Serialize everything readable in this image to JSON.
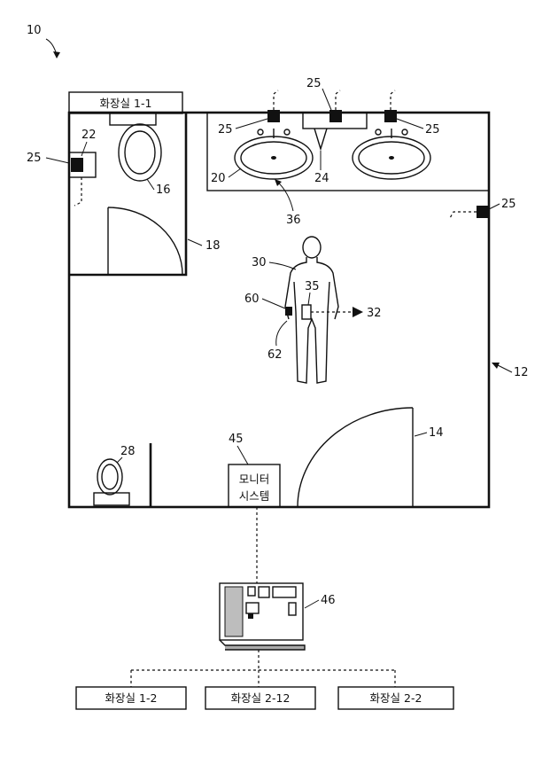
{
  "labels": {
    "n10": "10",
    "n12": "12",
    "n14": "14",
    "n16": "16",
    "n18": "18",
    "n20": "20",
    "n22": "22",
    "n24": "24",
    "n25": "25",
    "n28": "28",
    "n30": "30",
    "n32": "32",
    "n35": "35",
    "n36": "36",
    "n45": "45",
    "n46": "46",
    "n60": "60",
    "n62": "62"
  },
  "rooms": {
    "top": "화장실 1-1",
    "bottom_left": "화장실 1-2",
    "bottom_mid": "화장실 2-12",
    "bottom_right": "화장실 2-2"
  },
  "monitor": {
    "line1": "모니터",
    "line2": "시스템"
  }
}
